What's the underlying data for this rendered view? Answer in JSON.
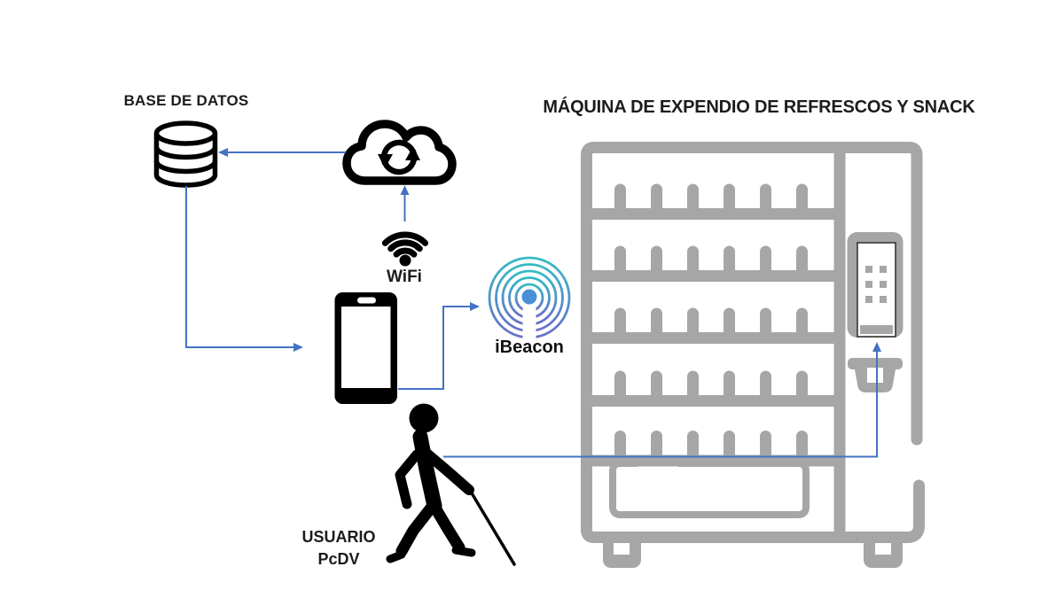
{
  "title": "MÁQUINA DE EXPENDIO DE REFRESCOS Y SNACK",
  "labels": {
    "database": "BASE DE DATOS",
    "wifi": "WiFi",
    "ibeacon": "iBeacon",
    "user_line1": "USUARIO",
    "user_line2": "PcDV"
  },
  "icons": [
    "database-icon",
    "cloud-sync-icon",
    "wifi-icon",
    "smartphone-icon",
    "ibeacon-icon",
    "blind-user-icon",
    "vending-machine-icon",
    "keypad-icon",
    "coin-return-icon",
    "dispenser-tray-icon"
  ],
  "vending_machine": {
    "shelf_rows": 5,
    "slots_per_row": 6
  },
  "connections": [
    {
      "from": "cloud-sync",
      "to": "database",
      "style": "arrow"
    },
    {
      "from": "wifi",
      "to": "cloud-sync",
      "style": "arrow"
    },
    {
      "from": "database",
      "to": "smartphone",
      "style": "arrow"
    },
    {
      "from": "smartphone",
      "to": "ibeacon",
      "style": "arrow"
    },
    {
      "from": "blind-user",
      "to": "vending-machine-keypad",
      "style": "arrow"
    }
  ],
  "colors": {
    "arrow": "#4472c4",
    "machine": "#a6a6a6",
    "ink": "#000000",
    "beacon_a": "#35bac4",
    "beacon_b": "#6a6fca",
    "beacon_dot": "#4a90d9",
    "background": "#ffffff"
  }
}
